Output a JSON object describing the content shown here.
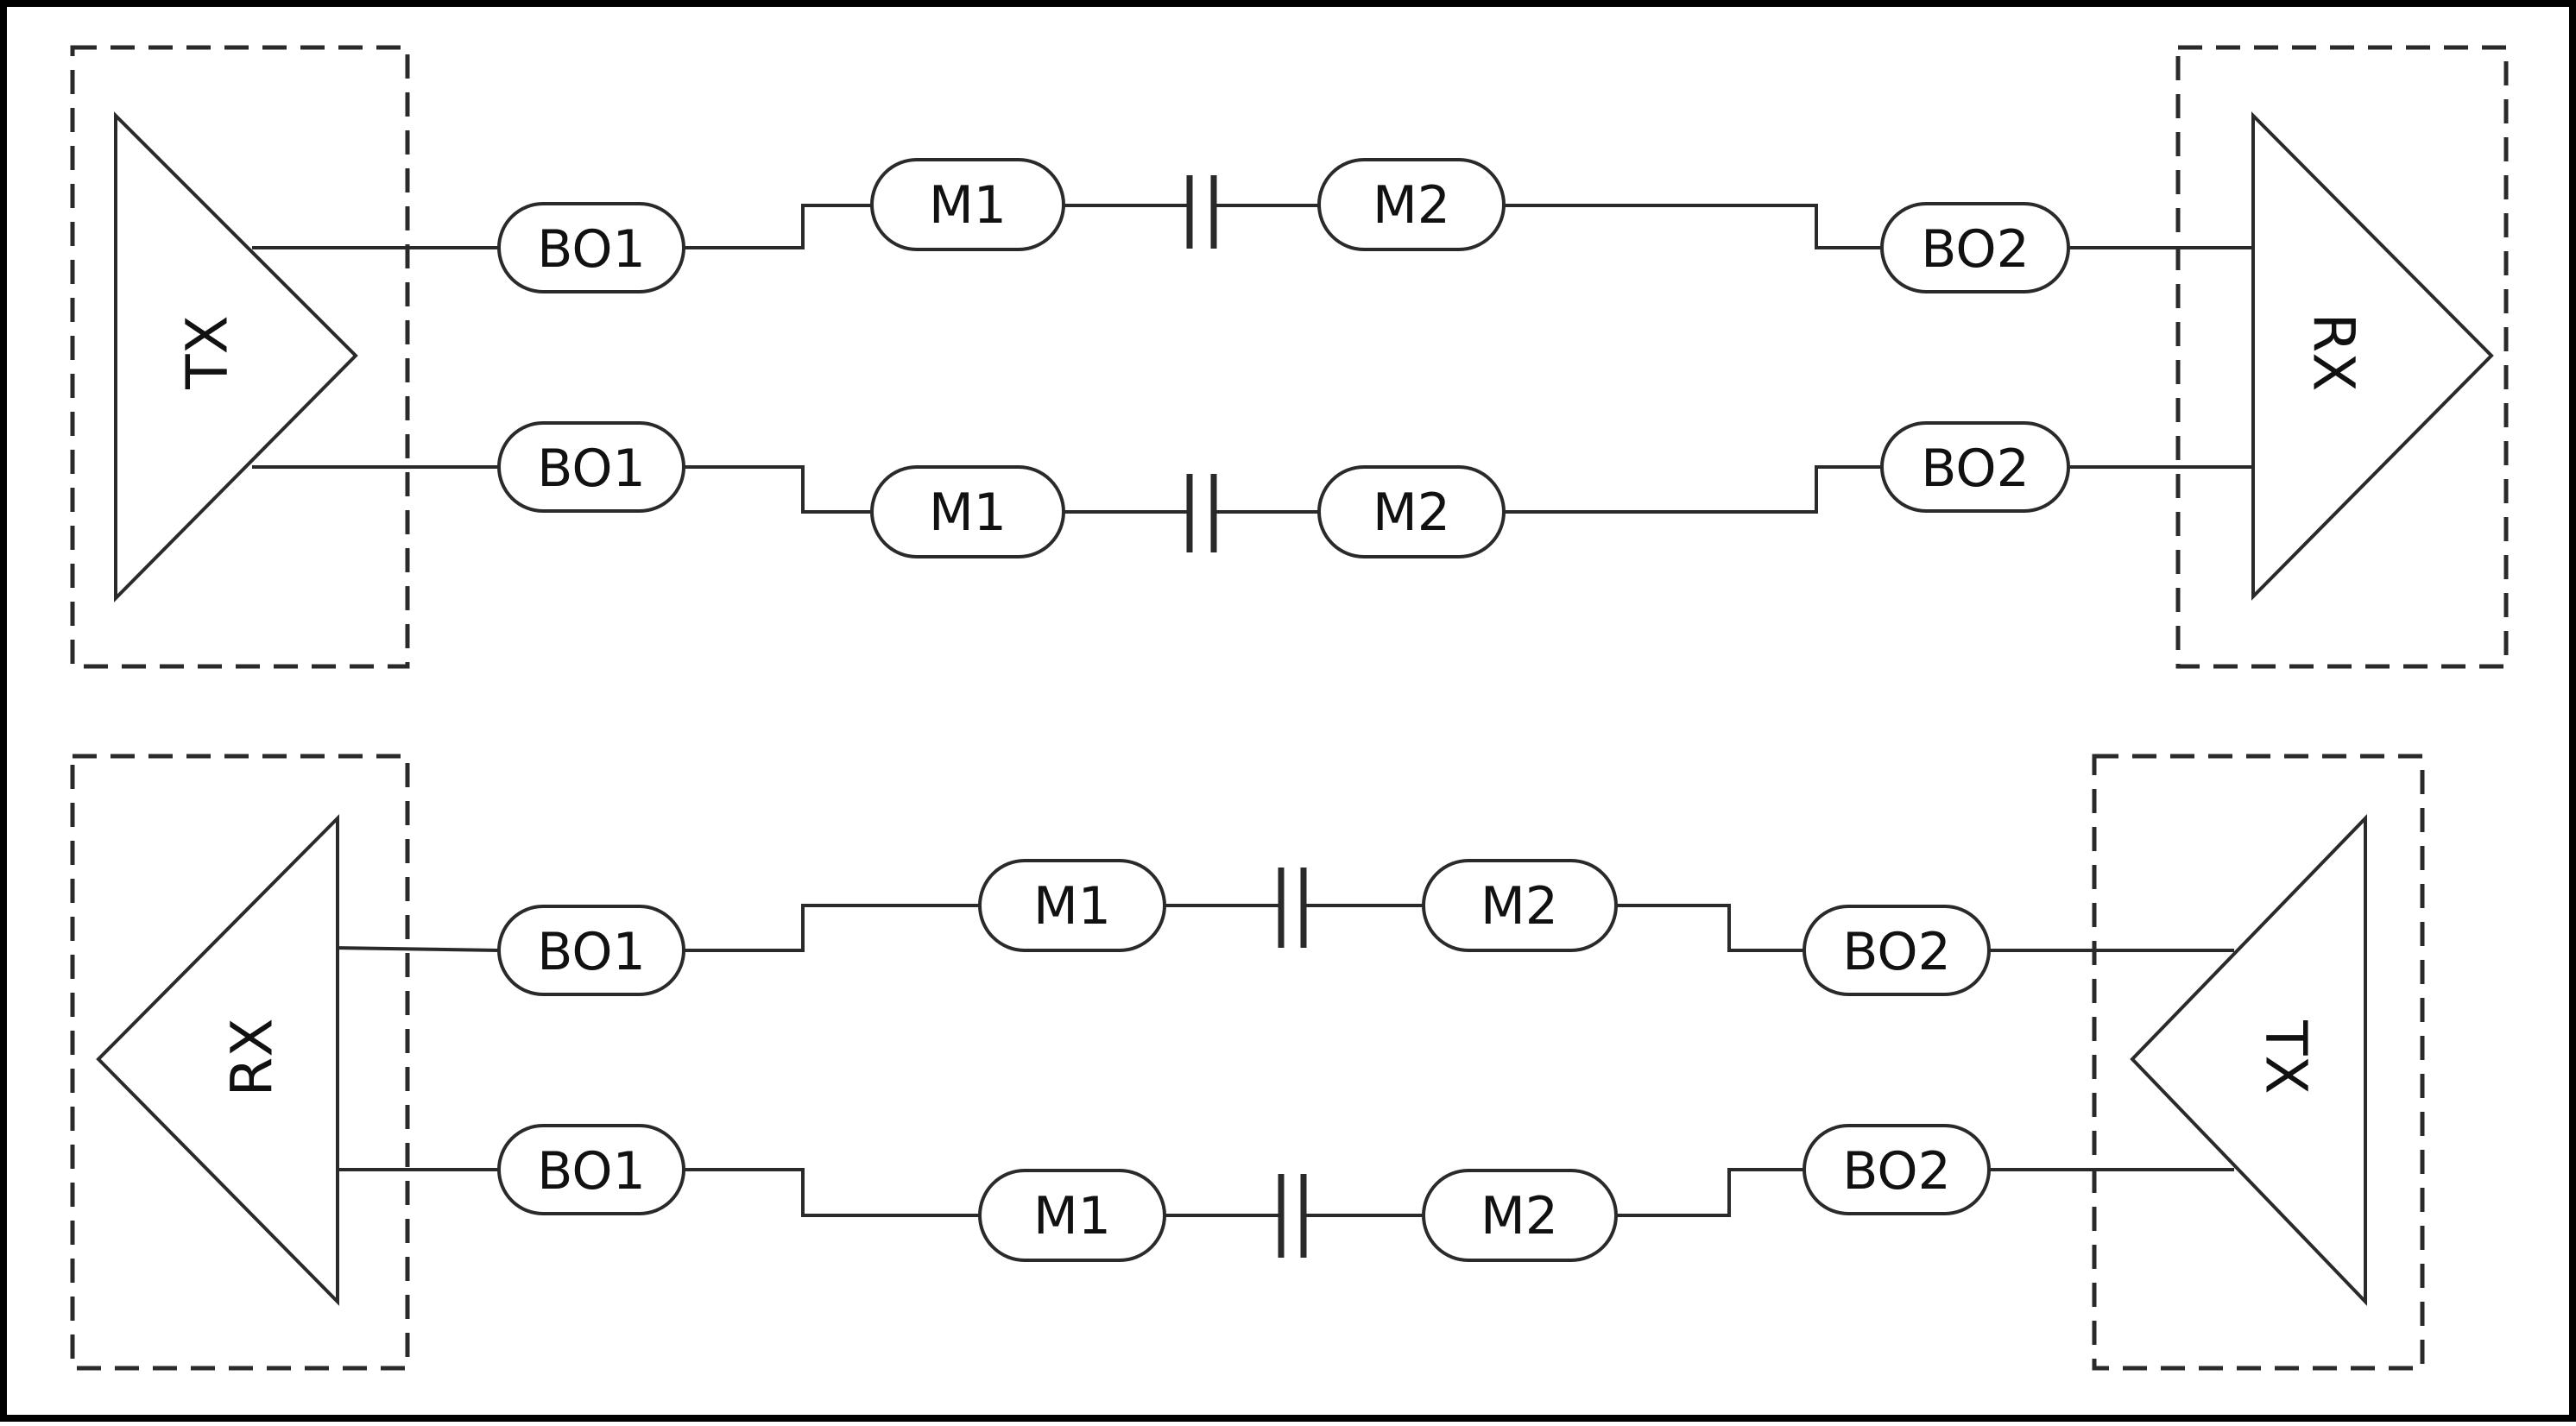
{
  "diagram": {
    "top_link": {
      "source_label": "TX",
      "sink_label": "RX",
      "lanes": [
        {
          "labels": [
            "BO1",
            "M1",
            "M2",
            "BO2"
          ]
        },
        {
          "labels": [
            "BO1",
            "M1",
            "M2",
            "BO2"
          ]
        }
      ]
    },
    "bottom_link": {
      "source_label": "TX",
      "sink_label": "RX",
      "lanes": [
        {
          "labels": [
            "BO1",
            "M1",
            "M2",
            "BO2"
          ]
        },
        {
          "labels": [
            "BO1",
            "M1",
            "M2",
            "BO2"
          ]
        }
      ]
    }
  }
}
